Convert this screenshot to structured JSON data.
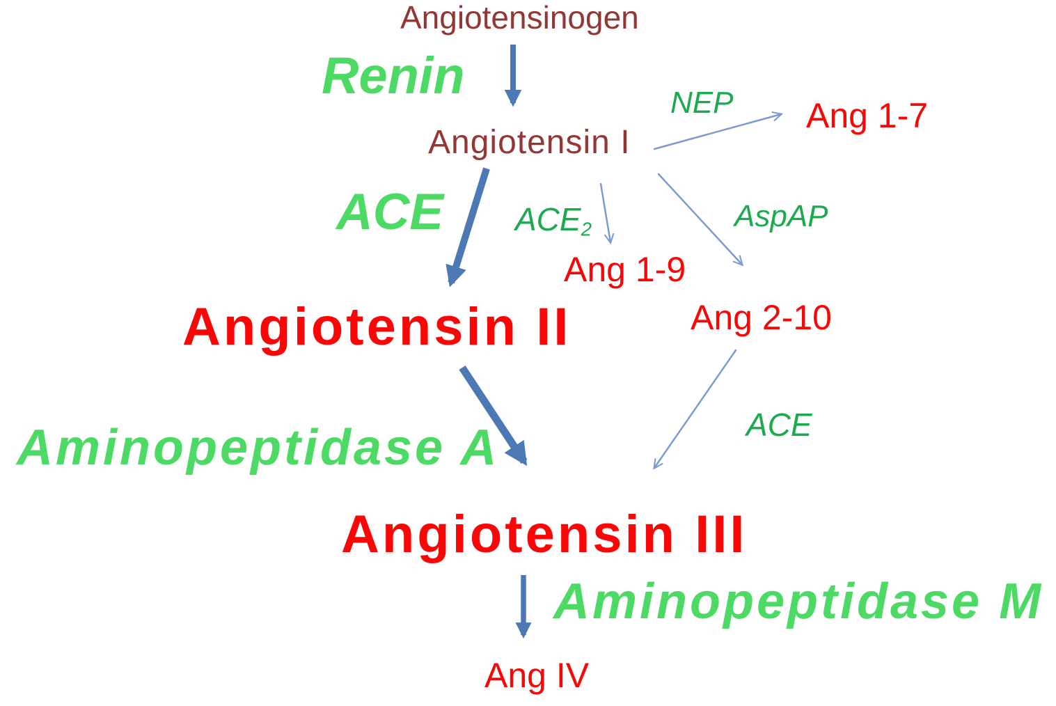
{
  "colors": {
    "dark_red": "#943634",
    "bright_red": "#fa0607",
    "bright_green": "#4cd964",
    "dark_green": "#1caa4e",
    "arrow_blue_thick": "#4c79b5",
    "arrow_blue_thin": "#7b9ad1"
  },
  "nodes": {
    "angiotensinogen": "Angiotensinogen",
    "angiotensin_i": "Angiotensin I",
    "ang_1_7": "Ang 1-7",
    "ang_1_9": "Ang 1-9",
    "ang_2_10": "Ang 2-10",
    "angiotensin_ii": "Angiotensin II",
    "angiotensin_iii": "Angiotensin III",
    "ang_iv": "Ang IV"
  },
  "enzymes": {
    "renin": "Renin",
    "ace_main": "ACE",
    "nep": "NEP",
    "ace2_base": "ACE",
    "ace2_subscript": "2",
    "aspap": "AspAP",
    "aminopeptidase_a": "Aminopeptidase A",
    "ace_right": "ACE",
    "aminopeptidase_m": "Aminopeptidase M"
  },
  "edges": [
    {
      "from": "Angiotensinogen",
      "to": "Angiotensin I",
      "enzyme": "Renin",
      "style": "thick"
    },
    {
      "from": "Angiotensin I",
      "to": "Ang 1-7",
      "enzyme": "NEP",
      "style": "thin"
    },
    {
      "from": "Angiotensin I",
      "to": "Angiotensin II",
      "enzyme": "ACE",
      "style": "thick"
    },
    {
      "from": "Angiotensin I",
      "to": "Ang 1-9",
      "enzyme": "ACE2",
      "style": "thin"
    },
    {
      "from": "Angiotensin I",
      "to": "Ang 2-10",
      "enzyme": "AspAP",
      "style": "thin"
    },
    {
      "from": "Angiotensin II",
      "to": "Angiotensin III",
      "enzyme": "Aminopeptidase A",
      "style": "thick"
    },
    {
      "from": "Ang 2-10",
      "to": "Angiotensin III",
      "enzyme": "ACE",
      "style": "thin"
    },
    {
      "from": "Angiotensin III",
      "to": "Ang IV",
      "enzyme": "Aminopeptidase M",
      "style": "medium"
    }
  ]
}
